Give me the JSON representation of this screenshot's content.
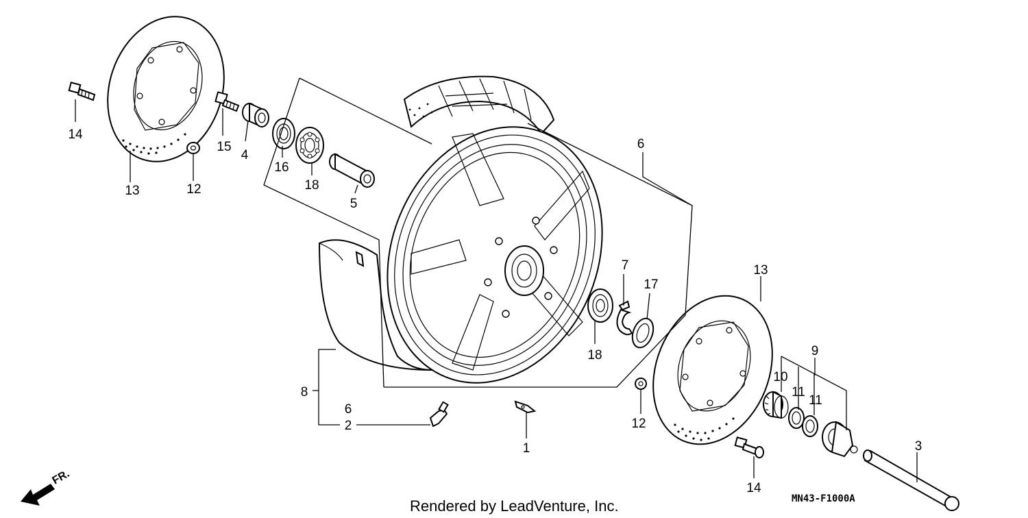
{
  "labels": {
    "l1": "1",
    "l2": "2",
    "l3": "3",
    "l4": "4",
    "l5": "5",
    "l6_right": "6",
    "l6_left": "6",
    "l7": "7",
    "l8": "8",
    "l9": "9",
    "l10": "10",
    "l11a": "11",
    "l11b": "11",
    "l12_left": "12",
    "l12_right": "12",
    "l13_left": "13",
    "l13_right": "13",
    "l14_left": "14",
    "l14_right": "14",
    "l15": "15",
    "l16": "16",
    "l17": "17",
    "l18_left": "18",
    "l18_right": "18"
  },
  "footer": {
    "credit": "Rendered by LeadVenture, Inc.",
    "diagram_code": "MN43-F1000A",
    "direction": "FR."
  }
}
